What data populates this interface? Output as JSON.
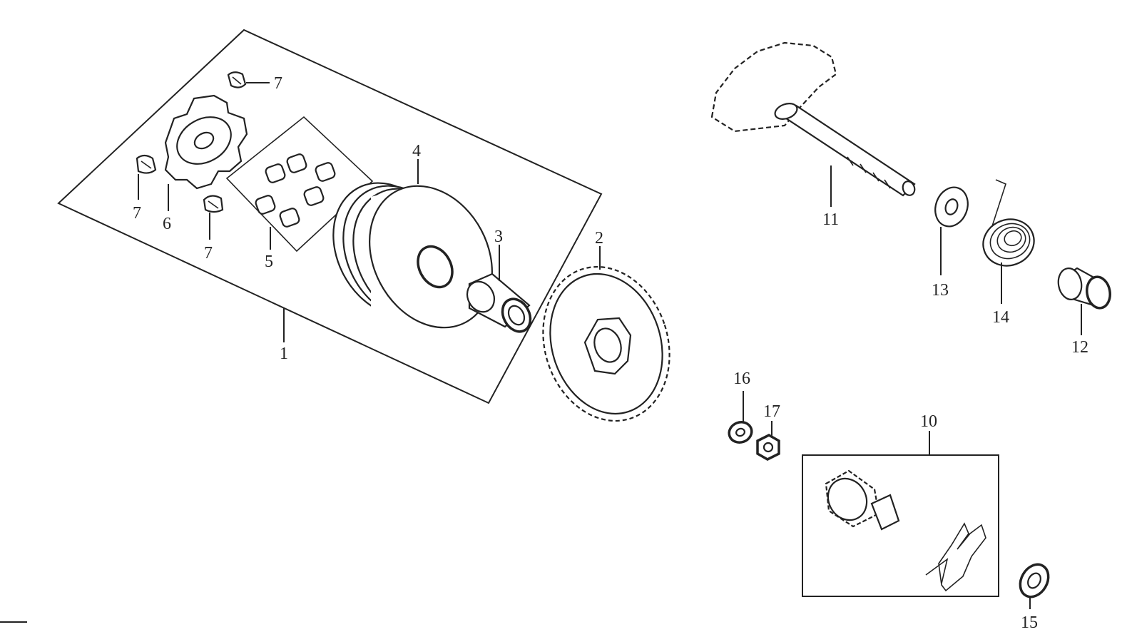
{
  "diagram": {
    "callouts": {
      "c1": "1",
      "c2": "2",
      "c3": "3",
      "c4": "4",
      "c5": "5",
      "c6": "6",
      "c7a": "7",
      "c7b": "7",
      "c7c": "7",
      "c10": "10",
      "c11": "11",
      "c12": "12",
      "c13": "13",
      "c14": "14",
      "c15": "15",
      "c16": "16",
      "c17": "17"
    }
  }
}
